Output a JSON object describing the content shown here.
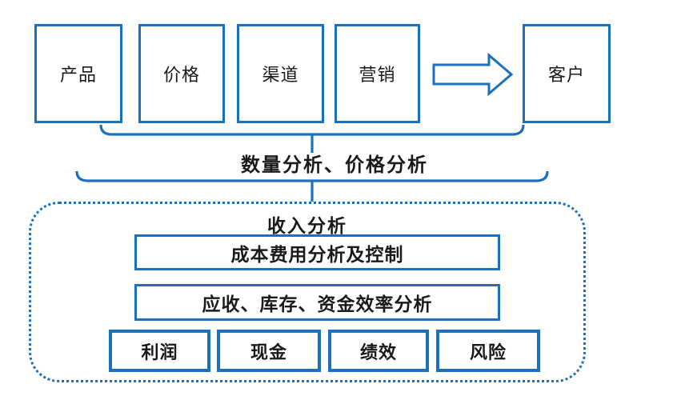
{
  "colors": {
    "accent_blue": "#1b70bd",
    "text": "#1a1a1a",
    "background": "#ffffff"
  },
  "top_row": {
    "boxes": [
      {
        "label": "产品"
      },
      {
        "label": "价格"
      },
      {
        "label": "渠道"
      },
      {
        "label": "营销"
      },
      {
        "label": "客户"
      }
    ],
    "arrow_icon": "right-block-arrow"
  },
  "middle": {
    "brace_label": "数量分析、价格分析"
  },
  "panel": {
    "title": "收入分析",
    "bars": [
      {
        "label": "成本费用分析及控制"
      },
      {
        "label": "应收、库存、资金效率分析"
      }
    ],
    "bottom_boxes": [
      {
        "label": "利润"
      },
      {
        "label": "现金"
      },
      {
        "label": "绩效"
      },
      {
        "label": "风险"
      }
    ]
  }
}
